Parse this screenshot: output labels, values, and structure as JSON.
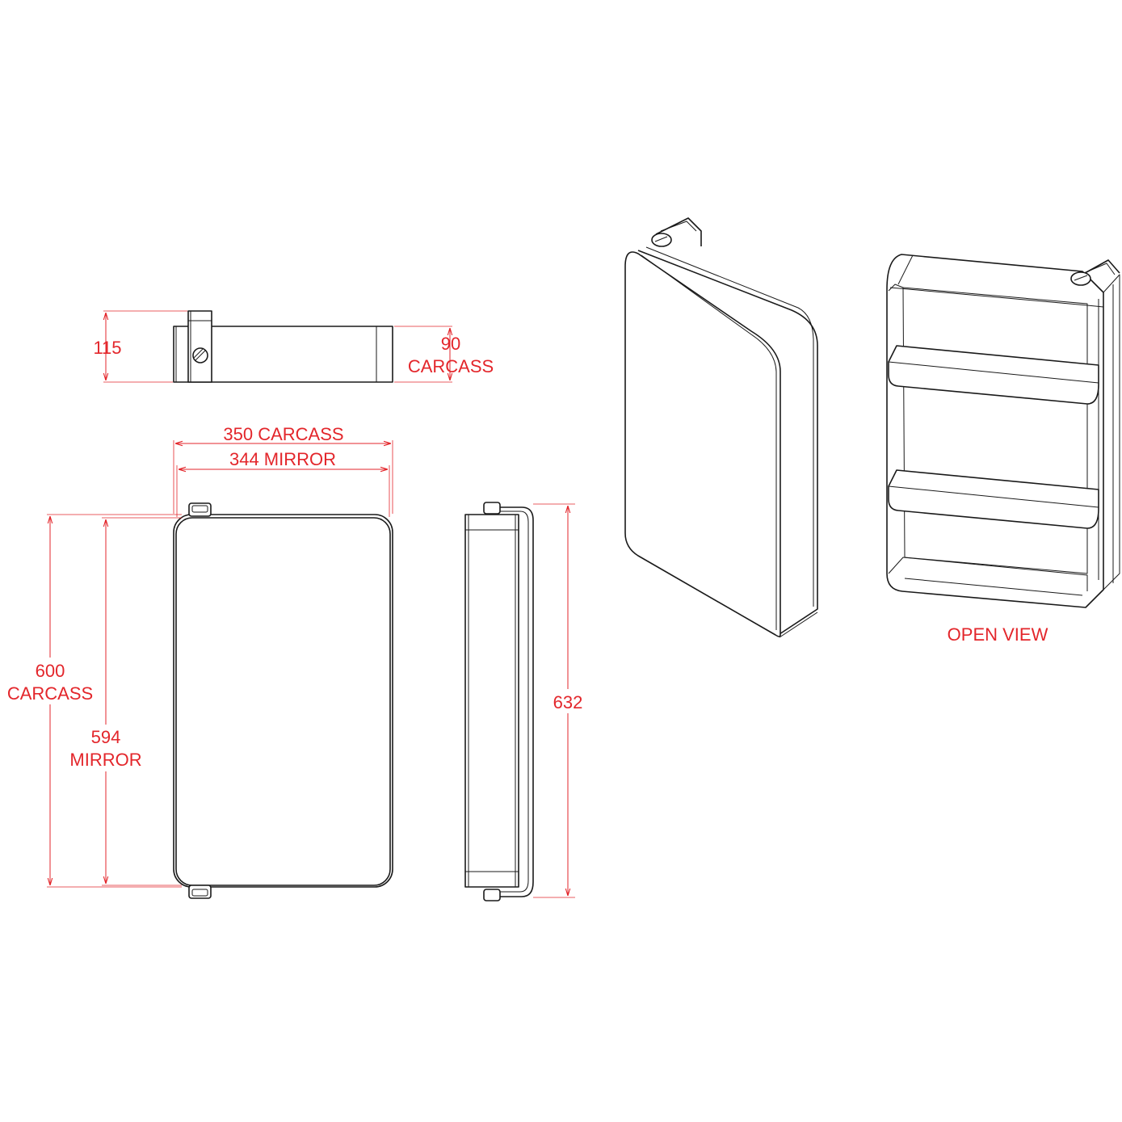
{
  "drawing": {
    "accent_color": "#e3262b",
    "line_color": "#1a1a1a",
    "top_view": {
      "height_label": "115",
      "carcass_depth_value": "90",
      "carcass_depth_label": "CARCASS"
    },
    "front_view": {
      "carcass_width_label": "350 CARCASS",
      "mirror_width_label": "344 MIRROR",
      "carcass_height_value": "600",
      "carcass_height_label": "CARCASS",
      "mirror_height_value": "594",
      "mirror_height_label": "MIRROR"
    },
    "side_view": {
      "overall_height_label": "632"
    },
    "open_view": {
      "caption": "OPEN VIEW"
    }
  }
}
